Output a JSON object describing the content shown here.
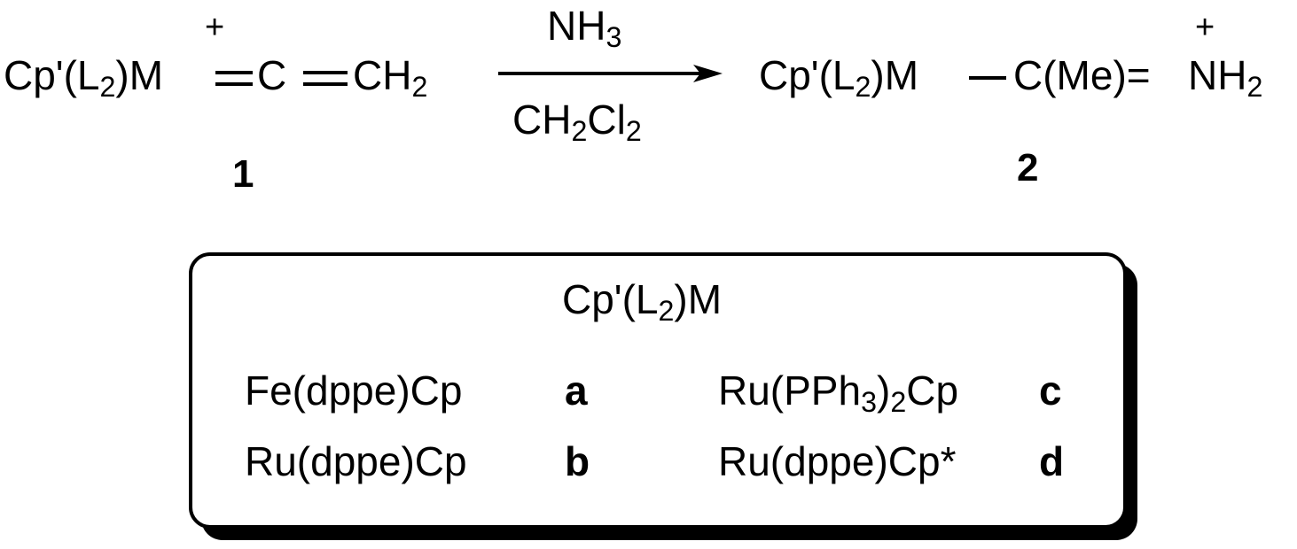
{
  "reaction": {
    "reactant": {
      "cp": "Cp'(L",
      "l_sub": "2",
      "metal": ")M",
      "charge": "+",
      "carbon": "C",
      "ch": "CH",
      "h_sub": "2",
      "label": "1"
    },
    "reagent": {
      "nh": "NH",
      "nh_sub": "3"
    },
    "solvent": {
      "ch": "CH",
      "h_sub": "2",
      "cl": "Cl",
      "cl_sub": "2"
    },
    "product": {
      "cp": "Cp'(L",
      "l_sub": "2",
      "metal": ")M",
      "cme": "C(Me)=",
      "n": "N",
      "h": "H",
      "h_sub": "2",
      "charge": "+",
      "label": "2"
    }
  },
  "legend": {
    "header": {
      "cp": "Cp'(L",
      "sub": "2",
      "m": ")M"
    },
    "entries": [
      {
        "name": "Fe(dppe)Cp",
        "letter": "a"
      },
      {
        "name": "Ru(dppe)Cp",
        "letter": "b"
      },
      {
        "name_pre": "Ru(PPh",
        "sub1": "3",
        "name_mid": ")",
        "sub2": "2",
        "name_post": "Cp",
        "letter": "c"
      },
      {
        "name": "Ru(dppe)Cp*",
        "letter": "d"
      }
    ]
  }
}
